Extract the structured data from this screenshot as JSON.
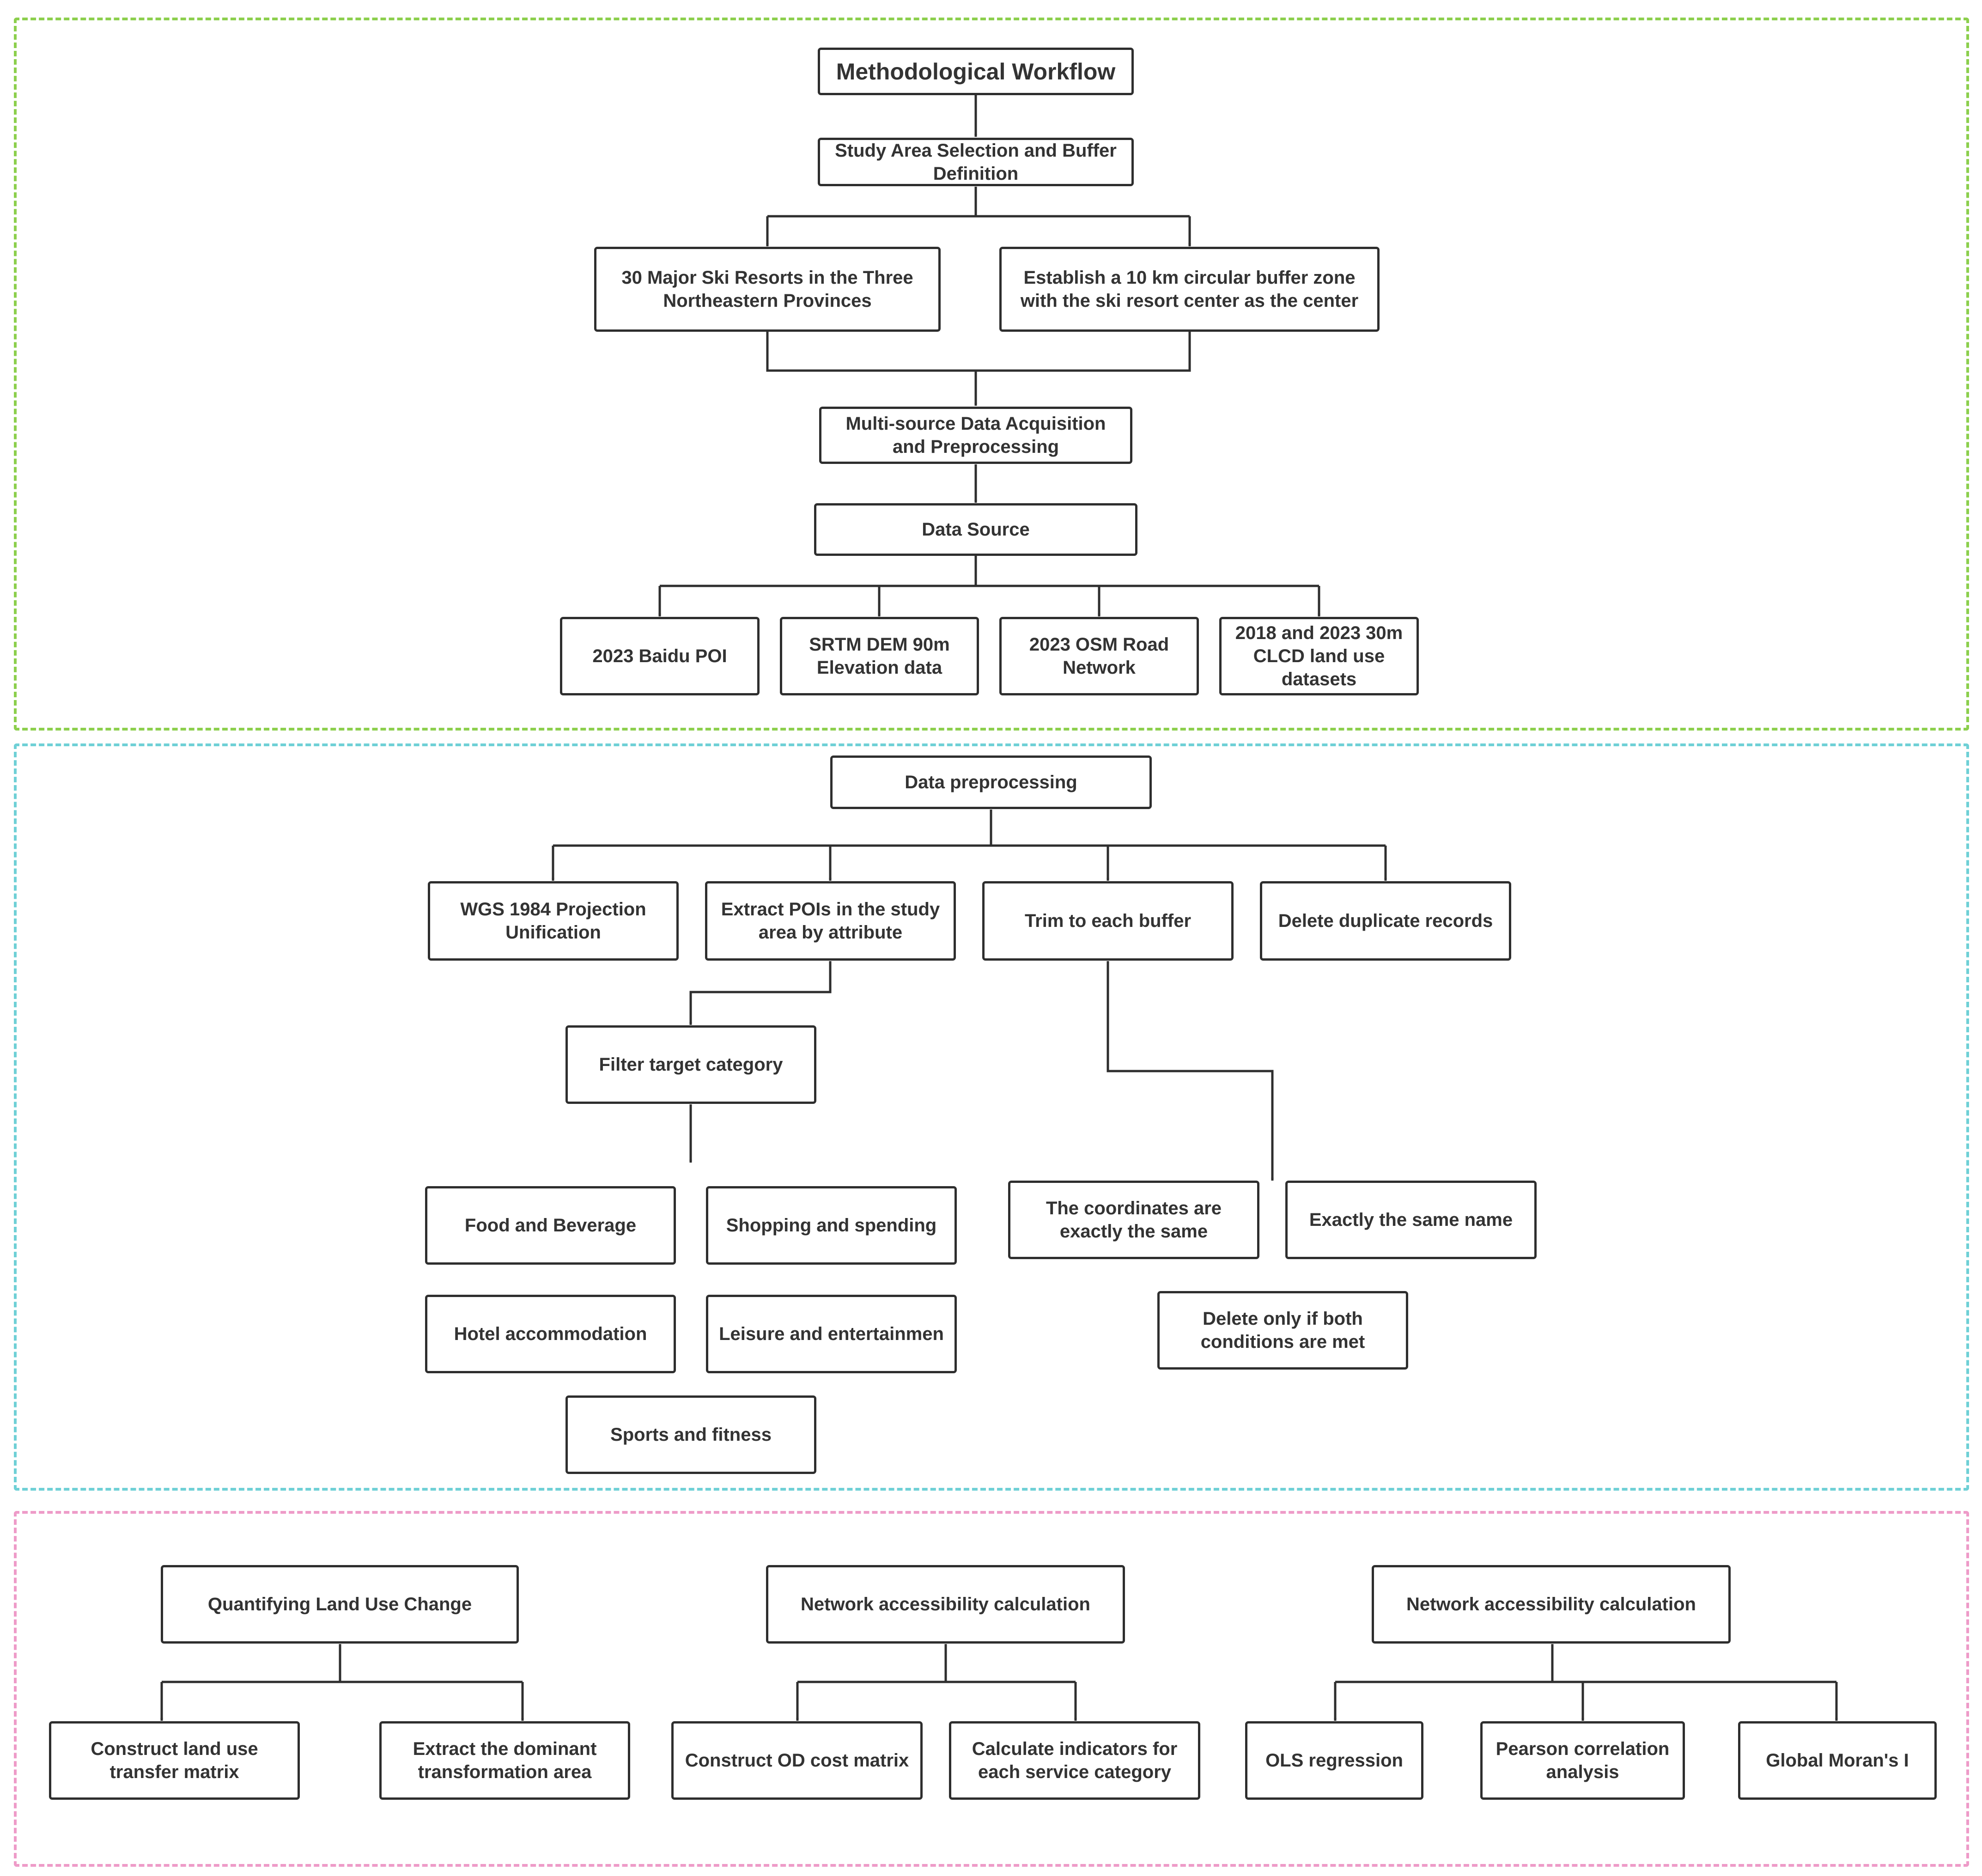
{
  "colors": {
    "green_section": "#8ccf4d",
    "cyan_section": "#6fd0d6",
    "pink_section": "#ee9bc8",
    "stroke": "#2e2e2e",
    "text": "#333333"
  },
  "workflow": {
    "title": "Methodological Workflow",
    "study_area": "Study Area Selection and Buffer Definition",
    "ski_resorts": "30 Major Ski Resorts in the Three Northeastern Provinces",
    "buffer_zone": "Establish a 10 km circular buffer zone with the ski resort center as the center",
    "acquisition": "Multi-source Data Acquisition and Preprocessing",
    "data_source": "Data Source",
    "sources": [
      "2023 Baidu POI",
      "SRTM DEM 90m Elevation data",
      "2023 OSM Road Network",
      "2018 and 2023 30m CLCD land use datasets"
    ]
  },
  "preprocessing": {
    "title": "Data preprocessing",
    "steps": [
      "WGS 1984 Projection Unification",
      "Extract POIs in the study area by attribute",
      "Trim to each buffer",
      "Delete duplicate records"
    ],
    "filter": "Filter target category",
    "categories": [
      "Food and Beverage",
      "Shopping and spending",
      "Hotel accommodation",
      "Leisure and entertainmen",
      "Sports and fitness"
    ],
    "dup_conditions": [
      "The coordinates are exactly the same",
      "Exactly the same name"
    ],
    "dup_rule": "Delete only if both conditions are met"
  },
  "analysis": {
    "land_use": {
      "title": "Quantifying Land Use Change",
      "children": [
        "Construct land use transfer matrix",
        "Extract the dominant transformation area"
      ]
    },
    "network": {
      "title": "Network accessibility calculation",
      "children": [
        "Construct OD cost matrix",
        "Calculate indicators for each service category"
      ]
    },
    "stats": {
      "title": "Network accessibility calculation",
      "children": [
        "OLS regression",
        "Pearson correlation analysis",
        "Global Moran's I"
      ]
    }
  }
}
